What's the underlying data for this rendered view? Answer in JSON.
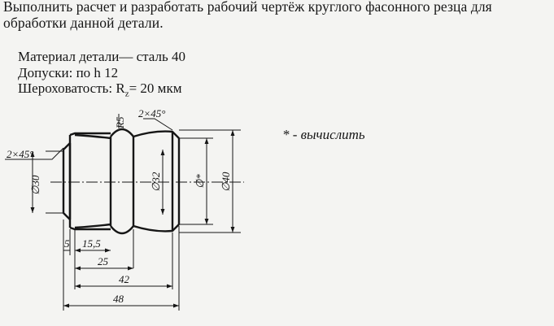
{
  "task": {
    "line1": "Выполнить расчет и разработать рабочий чертёж круглого   фасонного резца для",
    "line2": "обработки данной детали."
  },
  "specs": {
    "material": "Материал детали— сталь 40",
    "tolerances": "Допуски: по h 12",
    "roughness_label": "Шероховатость:  R",
    "roughness_sub": "z",
    "roughness_value": "= 20 мкм"
  },
  "note": "* - вычислить",
  "drawing": {
    "radius": "R5",
    "chamfer_right": "2×45°",
    "chamfer_left": "2×45°",
    "dia_30": "∅30",
    "dia_32": "∅32",
    "dia_star": "∅*",
    "dia_40": "∅40",
    "len_5": "5",
    "len_15_5": "15,5",
    "len_25": "25",
    "len_42": "42",
    "len_48": "48"
  }
}
